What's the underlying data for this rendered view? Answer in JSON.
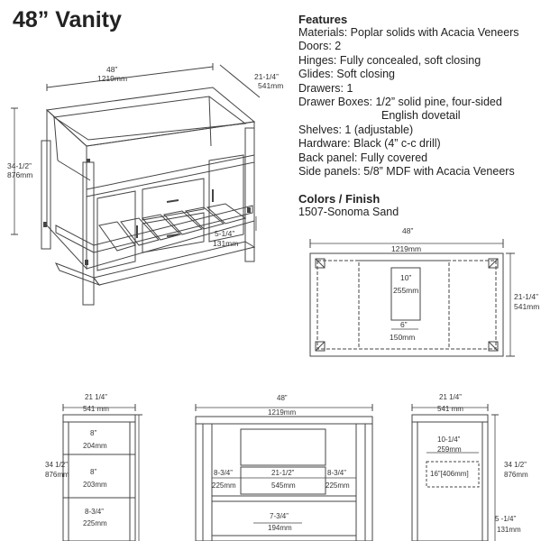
{
  "title": "48” Vanity",
  "features": {
    "heading": "Features",
    "lines": [
      "Materials: Poplar solids with Acacia Veneers",
      "Doors: 2",
      "Hinges: Fully concealed, soft closing",
      "Glides: Soft closing",
      "Drawers: 1",
      "Drawer Boxes: 1/2” solid pine, four-sided",
      "English dovetail",
      "Shelves: 1 (adjustable)",
      "Hardware: Black (4” c-c drill)",
      "Back panel: Fully covered",
      "Side panels: 5/8” MDF with Acacia Veneers"
    ]
  },
  "colors": {
    "heading": "Colors / Finish",
    "value": "1507-Sonoma Sand"
  },
  "perspective": {
    "width_in": "48”",
    "width_mm": "1219mm",
    "depth_in": "21-1/4”",
    "depth_mm": "541mm",
    "height_in": "34-1/2”",
    "height_mm": "876mm",
    "shelf_in": "5-1/4”",
    "shelf_mm": "131mm"
  },
  "top_view": {
    "width_in": "48”",
    "width_mm": "1219mm",
    "depth_in": "21-1/4”",
    "depth_mm": "541mm",
    "cutout_h_in": "10”",
    "cutout_h_mm": "255mm",
    "cutout_w_in": "6”",
    "cutout_w_mm": "150mm"
  },
  "side_left": {
    "width_in": "21 1/4”",
    "width_mm": "541 mm",
    "height_in": "34 1/2”",
    "height_mm": "876mm",
    "seg1_in": "8”",
    "seg1_mm": "204mm",
    "seg2_in": "8”",
    "seg2_mm": "203mm",
    "seg3_in": "8-3/4”",
    "seg3_mm": "225mm"
  },
  "front_view": {
    "width_in": "48”",
    "width_mm": "1219mm",
    "left_in": "8-3/4”",
    "left_mm": "225mm",
    "center_in": "21-1/2”",
    "center_mm": "545mm",
    "right_in": "8-3/4”",
    "right_mm": "225mm",
    "bottom_in": "7-3/4”",
    "bottom_mm": "194mm"
  },
  "side_right": {
    "width_in": "21 1/4”",
    "width_mm": "541 mm",
    "inner_in": "10-1/4”",
    "inner_mm": "259mm",
    "opening": "16”[406mm]",
    "height_in": "34 1/2”",
    "height_mm": "876mm",
    "shelf_in": "5 -1/4”",
    "shelf_mm": "131mm"
  }
}
